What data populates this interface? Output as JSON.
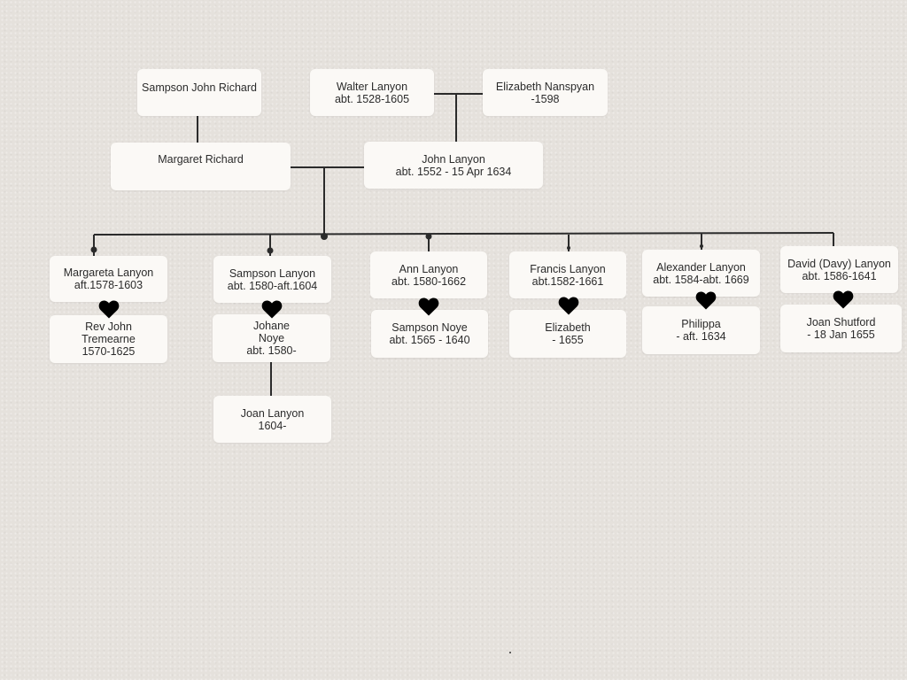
{
  "colors": {
    "background": "#e5e1dc",
    "card": "#fbf9f6",
    "line": "#2b2b2b",
    "heart": "#000000"
  },
  "icons": {
    "heart": "heart-icon",
    "connector_dot": "connector-dot"
  },
  "people": {
    "sampson_john_richard": {
      "name": "Sampson John Richard"
    },
    "walter_lanyon": {
      "name": "Walter Lanyon",
      "dates": "abt. 1528-1605"
    },
    "elizabeth_nanspyan": {
      "name": "Elizabeth Nanspyan",
      "dates": "-1598"
    },
    "margaret_richard": {
      "name": "Margaret Richard"
    },
    "john_lanyon": {
      "name": "John Lanyon",
      "dates": "abt. 1552 - 15 Apr 1634"
    },
    "margareta_lanyon": {
      "name": "Margareta Lanyon",
      "dates": "aft.1578-1603"
    },
    "rev_john_tremearne": {
      "line1": "Rev John",
      "line2": "Tremearne",
      "dates": "1570-1625"
    },
    "sampson_lanyon": {
      "name": "Sampson Lanyon",
      "dates": "abt. 1580-aft.1604"
    },
    "johane_noye": {
      "line1": "Johane",
      "line2": "Noye",
      "dates": "abt. 1580-"
    },
    "joan_lanyon": {
      "name": "Joan Lanyon",
      "dates": "1604-"
    },
    "ann_lanyon": {
      "name": "Ann Lanyon",
      "dates": "abt. 1580-1662"
    },
    "sampson_noye": {
      "name": "Sampson Noye",
      "dates": "abt. 1565 - 1640"
    },
    "francis_lanyon": {
      "name": "Francis Lanyon",
      "dates": "abt.1582-1661"
    },
    "elizabeth": {
      "name": "Elizabeth",
      "dates": "- 1655"
    },
    "alexander_lanyon": {
      "name": "Alexander Lanyon",
      "dates": "abt. 1584-abt. 1669"
    },
    "philippa": {
      "name": "Philippa",
      "dates": "- aft. 1634"
    },
    "david_davy_lanyon": {
      "name": "David (Davy) Lanyon",
      "dates": "abt. 1586-1641"
    },
    "joan_shutford": {
      "name": "Joan Shutford",
      "dates": "- 18 Jan 1655"
    }
  }
}
